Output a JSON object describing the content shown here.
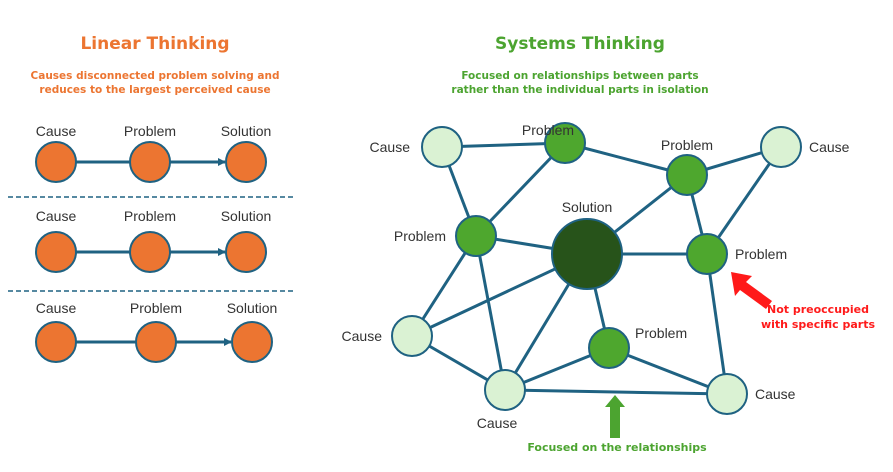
{
  "linear": {
    "title": "Linear Thinking",
    "subtitle_line1": "Causes disconnected problem solving and",
    "subtitle_line2": "reduces to the largest perceived cause",
    "rows": [
      {
        "labels": [
          "Cause",
          "Problem",
          "Solution"
        ]
      },
      {
        "labels": [
          "Cause",
          "Problem",
          "Solution"
        ]
      },
      {
        "labels": [
          "Cause",
          "Problem",
          "Solution"
        ]
      }
    ]
  },
  "systems": {
    "title": "Systems Thinking",
    "subtitle_line1": "Focused on relationships between parts",
    "subtitle_line2": "rather than the individual parts in isolation",
    "nodes": [
      {
        "id": "c1",
        "type": "cause",
        "label": "Cause"
      },
      {
        "id": "p1",
        "type": "problem",
        "label": "Problem"
      },
      {
        "id": "p2",
        "type": "problem",
        "label": "Problem"
      },
      {
        "id": "c2",
        "type": "cause",
        "label": "Cause"
      },
      {
        "id": "p3",
        "type": "problem",
        "label": "Problem"
      },
      {
        "id": "s",
        "type": "solution",
        "label": "Solution"
      },
      {
        "id": "p4",
        "type": "problem",
        "label": "Problem"
      },
      {
        "id": "c3",
        "type": "cause",
        "label": "Cause"
      },
      {
        "id": "p5",
        "type": "problem",
        "label": "Problem"
      },
      {
        "id": "c4",
        "type": "cause",
        "label": "Cause"
      },
      {
        "id": "c5",
        "type": "cause",
        "label": "Cause"
      }
    ],
    "edges": [
      [
        "c1",
        "p1"
      ],
      [
        "c1",
        "p3"
      ],
      [
        "p1",
        "p3"
      ],
      [
        "p1",
        "p2"
      ],
      [
        "p2",
        "c2"
      ],
      [
        "p2",
        "s"
      ],
      [
        "p2",
        "p4"
      ],
      [
        "c2",
        "p4"
      ],
      [
        "p3",
        "s"
      ],
      [
        "p3",
        "c3"
      ],
      [
        "p3",
        "c4"
      ],
      [
        "s",
        "p4"
      ],
      [
        "s",
        "c3"
      ],
      [
        "s",
        "c4"
      ],
      [
        "s",
        "p5"
      ],
      [
        "p4",
        "c5"
      ],
      [
        "c3",
        "c4"
      ],
      [
        "p5",
        "c4"
      ],
      [
        "p5",
        "c5"
      ],
      [
        "c4",
        "c5"
      ]
    ],
    "annotations": {
      "red_line1": "Not preoccupied",
      "red_line2": "with specific parts",
      "green": "Focused on the relationships"
    }
  },
  "colors": {
    "orange": "#ec7531",
    "green_title": "#4ca430",
    "edge": "#1f6282",
    "cause_fill": "#daf2d3",
    "problem_fill": "#4ea72e",
    "solution_fill": "#27531a",
    "red_arrow": "#ff1a1a",
    "green_arrow": "#4ca430"
  }
}
